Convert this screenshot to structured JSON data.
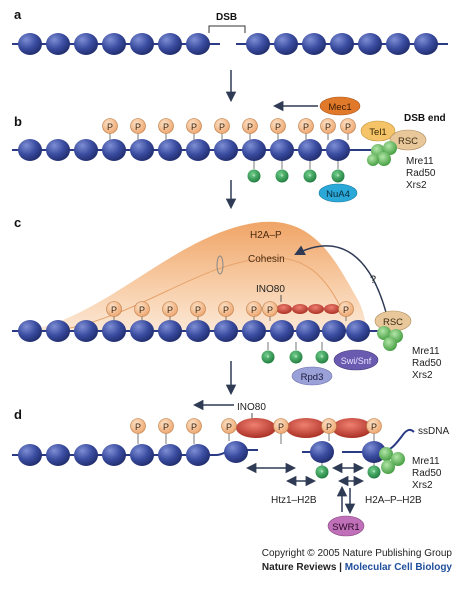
{
  "panels": [
    {
      "letter": "a"
    },
    {
      "letter": "b"
    },
    {
      "letter": "c"
    },
    {
      "letter": "d"
    }
  ],
  "labels": {
    "dsb": "DSB",
    "dsb_end": "DSB end",
    "mec1": "Mec1",
    "tel1": "Tel1",
    "rsc": "RSC",
    "nua4": "NuA4",
    "mre11": "Mre11",
    "rad50": "Rad50",
    "xrs2": "Xrs2",
    "h2a_p": "H2A–P",
    "cohesin": "Cohesin",
    "ino80": "INO80",
    "question": "?",
    "swi_snf": "Swi/Snf",
    "rpd3": "Rpd3",
    "ssdna": "ssDNA",
    "htz1_h2b": "Htz1–H2B",
    "h2a_p_h2b": "H2A–P–H2B",
    "swr1": "SWR1",
    "p": "P"
  },
  "credit": {
    "copyright": "Copyright © 2005 Nature Publishing Group",
    "journal": "Nature Reviews",
    "separator": " | ",
    "section": "Molecular Cell Biology"
  },
  "colors": {
    "nucleosome": "#2f3f8f",
    "dna": "#2a3a85",
    "phospho": "#f2b98a",
    "mec1": "#e07a2a",
    "tel1": "#f5c468",
    "rsc": "#e8c89a",
    "mrx": "#6cc06a",
    "nua4": "#2aa8d8",
    "h2a_p_cloud": "#f0a060",
    "ino80": "#c0392b",
    "swi_snf": "#6a5ab0",
    "rpd3": "#9aa0d8",
    "swr1": "#c070b8",
    "acetyl": "#2e8f4a",
    "journal_accent": "#1f4e9c"
  }
}
